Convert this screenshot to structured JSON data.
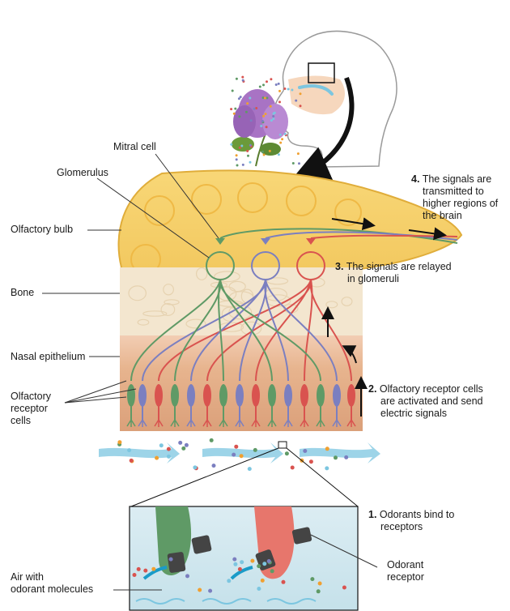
{
  "labels": {
    "mitral_cell": "Mitral cell",
    "glomerulus": "Glomerulus",
    "olfactory_bulb": "Olfactory bulb",
    "bone": "Bone",
    "nasal_epithelium": "Nasal epithelium",
    "receptor_cells_line1": "Olfactory",
    "receptor_cells_line2": "receptor",
    "receptor_cells_line3": "cells",
    "air_line1": "Air with",
    "air_line2": "odorant molecules",
    "odorant_receptor_line1": "Odorant",
    "odorant_receptor_line2": "receptor"
  },
  "steps": [
    {
      "num": "1.",
      "lines": [
        "Odorants bind to",
        "receptors"
      ]
    },
    {
      "num": "2.",
      "lines": [
        "Olfactory receptor cells",
        "are activated and send",
        "electric signals"
      ]
    },
    {
      "num": "3.",
      "lines": [
        "The signals are relayed",
        "in glomeruli"
      ]
    },
    {
      "num": "4.",
      "lines": [
        "The signals are",
        "transmitted to",
        "higher regions of",
        "the brain"
      ]
    }
  ],
  "colors": {
    "bulb": "#f5cf6b",
    "bulb_edge": "#e0ad3a",
    "bone": "#f3e6cf",
    "epithelium": "#e8b48e",
    "green_cell": "#5f9a66",
    "blue_cell": "#7b7fc0",
    "red_cell": "#d9534f",
    "inset_bg": "#cfe6ee",
    "air_arrow": "#7cc6e0"
  }
}
